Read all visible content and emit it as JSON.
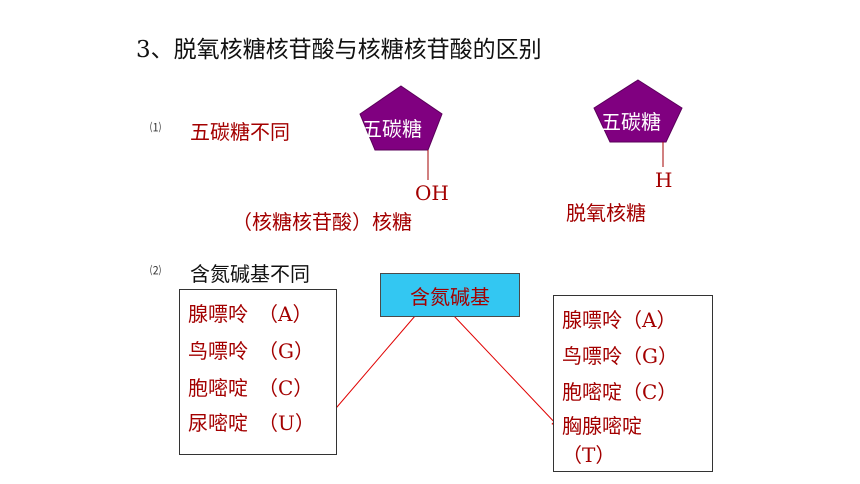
{
  "title": "3、脱氧核糖核苷酸与核糖核苷酸的区别",
  "section1": {
    "num": "⑴",
    "heading": "五碳糖不同",
    "ribose": {
      "shape_label": "五碳糖",
      "group": "OH",
      "caption": "（核糖核苷酸）核糖"
    },
    "deoxyribose": {
      "shape_label": "五碳糖",
      "group": "H",
      "caption": "脱氧核糖"
    }
  },
  "section2": {
    "num": "⑵",
    "heading": "含氮碱基不同",
    "center_label": "含氮碱基",
    "left_list": [
      "腺嘌呤　（A）",
      "鸟嘌呤　（G）",
      "胞嘧啶　（C）",
      "尿嘧啶　（U）"
    ],
    "right_list": [
      "腺嘌呤（A）",
      "鸟嘌呤（G）",
      "胞嘧啶（C）",
      "胸腺嘧啶",
      "（T）"
    ]
  },
  "colors": {
    "pentagon": "#800080",
    "accent_text": "#a30000",
    "center_box": "#33c7f2",
    "arrow": "#e00000"
  }
}
